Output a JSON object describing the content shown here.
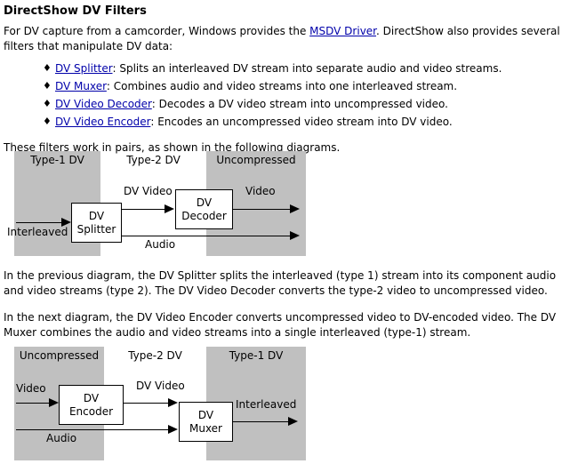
{
  "document": {
    "title": "DirectShow DV Filters",
    "intro": {
      "before_link": "For DV capture from a camcorder, Windows provides the ",
      "link_text": "MSDV Driver",
      "after_link": ". DirectShow also provides several filters that manipulate DV data:"
    },
    "filters": [
      {
        "bullet": "♦",
        "link": "DV Splitter",
        "description": ": Splits an interleaved DV stream into separate audio and video streams."
      },
      {
        "bullet": "♦",
        "link": "DV Muxer",
        "description": ": Combines audio and video streams into one interleaved stream."
      },
      {
        "bullet": "♦",
        "link": "DV Video Decoder",
        "description": ": Decodes a DV video stream into uncompressed video."
      },
      {
        "bullet": "♦",
        "link": "DV Video Encoder",
        "description": ": Encodes an uncompressed video stream into DV video."
      }
    ],
    "pairs_note": "These filters work in pairs, as shown in the following diagrams.",
    "paragraph_after_first_diagram": "In the previous diagram, the DV Splitter splits the interleaved (type 1) stream into its component audio and video streams (type 2). The DV Video Decoder converts the type-2 video to uncompressed video.",
    "paragraph_before_second_diagram": "In the next diagram, the DV Video Encoder converts uncompressed video to DV-encoded video. The DV Muxer combines the audio and video streams into a single interleaved (type-1) stream."
  },
  "diagram1": {
    "name": "dv-decoding-pipeline",
    "band_color": "#c0c0c0",
    "bands": [
      {
        "label": "Type-1 DV"
      },
      {
        "label": "Type-2 DV"
      },
      {
        "label": "Uncompressed"
      }
    ],
    "boxes": [
      {
        "line1": "DV",
        "line2": "Splitter"
      },
      {
        "line1": "DV",
        "line2": "Decoder"
      }
    ],
    "edges": [
      {
        "label": "Interleaved"
      },
      {
        "label": "DV Video"
      },
      {
        "label": "Audio"
      },
      {
        "label": "Video"
      }
    ]
  },
  "diagram2": {
    "name": "dv-encoding-pipeline",
    "band_color": "#c0c0c0",
    "bands": [
      {
        "label": "Uncompressed"
      },
      {
        "label": "Type-2 DV"
      },
      {
        "label": "Type-1 DV"
      }
    ],
    "boxes": [
      {
        "line1": "DV",
        "line2": "Encoder"
      },
      {
        "line1": "DV",
        "line2": "Muxer"
      }
    ],
    "edges": [
      {
        "label": "Video"
      },
      {
        "label": "Audio"
      },
      {
        "label": "DV Video"
      },
      {
        "label": "Interleaved"
      }
    ]
  }
}
